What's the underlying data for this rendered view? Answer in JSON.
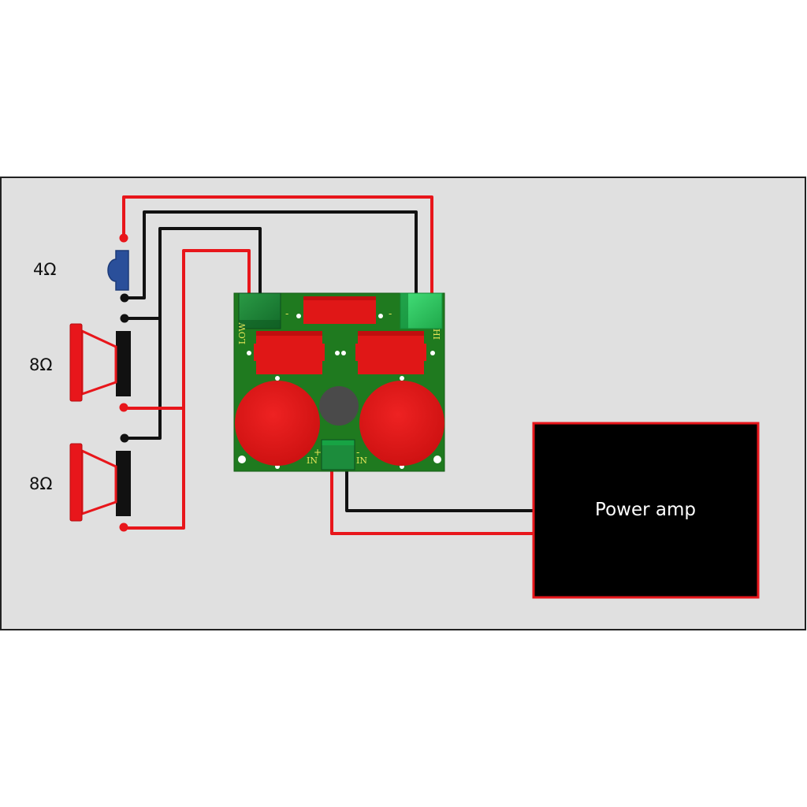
{
  "labels": {
    "tweeter_impedance": "4Ω",
    "woofer1_impedance": "8Ω",
    "woofer2_impedance": "8Ω",
    "amplifier": "Power amp"
  },
  "pcb": {
    "low_label": "LOW",
    "high_label": "HI",
    "in_left_label": "IN",
    "in_right_label": "IN",
    "plus_sign": "+",
    "minus_sign": "-"
  },
  "colors": {
    "positive_wire": "#e8161b",
    "negative_wire": "#111111",
    "board": "#1f7a1f",
    "component_red": "#e01717",
    "terminal_green": "#1c8c3c",
    "amp_body": "#000000",
    "amp_border": "#e8161b",
    "panel": "#e0e0e0"
  }
}
